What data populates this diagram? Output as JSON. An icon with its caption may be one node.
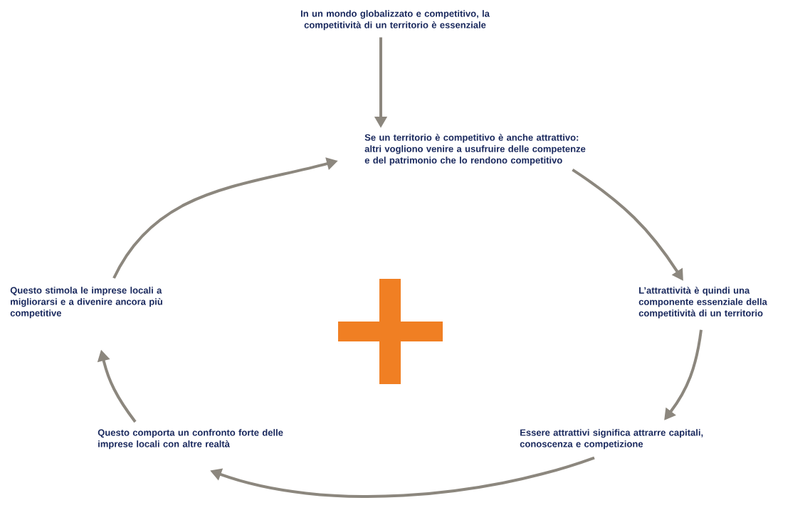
{
  "diagram": {
    "nodes": [
      {
        "text": [
          "In un mondo globalizzato e competitivo, la competitività di un territorio è essenziale"
        ]
      },
      {
        "text": [
          "Se un territorio è competitivo è anche attrattivo: altri vogliono venire a usufruire delle competenze e del patrimonio che lo rendono competitivo"
        ]
      },
      {
        "text": [
          "L’attrattività è quindi una componente essenziale della competitività di un territorio"
        ]
      },
      {
        "text": [
          "Essere attrattivi significa attrarre capitali, conoscenza e competizione"
        ]
      },
      {
        "text": [
          "Questo comporta un confronto forte delle imprese locali con altre realtà"
        ]
      },
      {
        "text": [
          "Questo stimola le imprese locali a migliorarsi e a divenire ancora più competitive"
        ]
      }
    ],
    "edges": [
      {
        "from": 0,
        "to": 1,
        "arrow": "to"
      },
      {
        "from": 1,
        "to": 2,
        "arrow": "to"
      },
      {
        "from": 2,
        "to": 3,
        "arrow": "to"
      },
      {
        "from": 3,
        "to": 4,
        "arrow": "to"
      },
      {
        "from": 4,
        "to": 5,
        "arrow": "to"
      },
      {
        "from": 5,
        "to": 1,
        "arrow": "to"
      }
    ]
  }
}
